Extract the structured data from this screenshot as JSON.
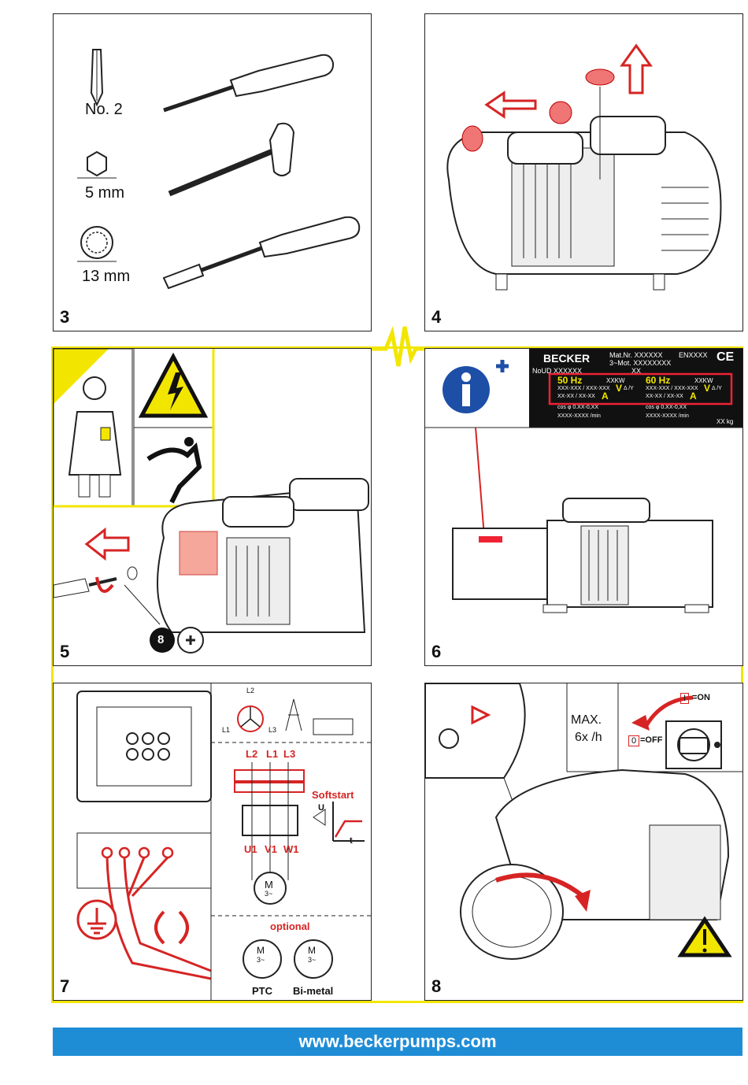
{
  "panels": {
    "p3": {
      "number": "3",
      "tool1": "No. 2",
      "tool2": "5 mm",
      "tool3": "13 mm"
    },
    "p4": {
      "number": "4"
    },
    "p5": {
      "number": "5",
      "screw_size": "8"
    },
    "p6": {
      "number": "6",
      "plate": {
        "brand": "BECKER",
        "mat": "Mat.Nr. XXXXXX",
        "en": "ENXXXX",
        "mot": "3~Mot. XXXXXXXX",
        "nou": "NoUD XXXXXX",
        "xx": "XX",
        "hz50": "50 Hz",
        "hz60": "60 Hz",
        "kw": "XXKW",
        "volt": "XXX-XXX / XXX-XXX",
        "amp": "XX-XX / XX-XX",
        "v_unit": "V",
        "a_unit": "A",
        "delta_y": "Δ /Y",
        "cos": "cos φ 0.XX-0,XX",
        "rpm": "XXXX-XXXX /min",
        "kg": "XX kg",
        "ce": "CE"
      }
    },
    "p7": {
      "number": "7",
      "phase_l1": "L1",
      "phase_l2": "L2",
      "phase_l3": "L3",
      "l2": "L2",
      "l1": "L1",
      "l3": "L3",
      "softstart": "Softstart",
      "axis_u": "U",
      "axis_t": "t",
      "u1": "U1",
      "v1": "V1",
      "w1": "W1",
      "motor_m": "M",
      "motor_3": "3~",
      "optional": "optional",
      "ptc": "PTC",
      "bimetal": "Bi-metal"
    },
    "p8": {
      "number": "8",
      "max": "MAX.",
      "freq": "6x /h",
      "on_box": "I",
      "on_label": "=ON",
      "off_box": "0",
      "off_label": "=OFF"
    }
  },
  "footer": {
    "url": "www.beckerpumps.com"
  }
}
